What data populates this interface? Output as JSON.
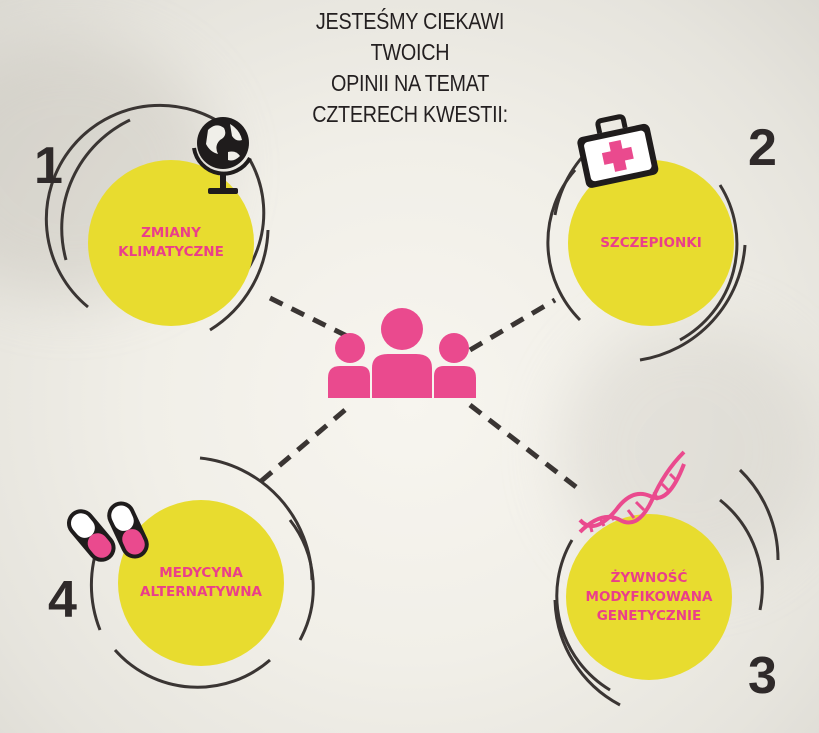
{
  "title_lines": [
    "JESTEŚMY CIEKAWI",
    "TWOICH",
    "OPINII NA TEMAT",
    "CZTERECH KWESTII:"
  ],
  "topics": [
    {
      "number": "1",
      "lines": [
        "ZMIANY",
        "KLIMATYCZNE"
      ],
      "icon": "globe-icon"
    },
    {
      "number": "2",
      "lines": [
        "SZCZEPIONKI"
      ],
      "icon": "first-aid-kit-icon"
    },
    {
      "number": "3",
      "lines": [
        "ŻYWNOŚĆ",
        "MODYFIKOWANA",
        "GENETYCZNIE"
      ],
      "icon": "dna-icon"
    },
    {
      "number": "4",
      "lines": [
        "MEDYCYNA",
        "ALTERNATYWNA"
      ],
      "icon": "pills-icon"
    }
  ],
  "center_icon": "people-group-icon",
  "colors": {
    "accent_pink": "#ea3f8a",
    "circle_yellow": "#e8dc2f",
    "dark": "#2f2a2a"
  }
}
